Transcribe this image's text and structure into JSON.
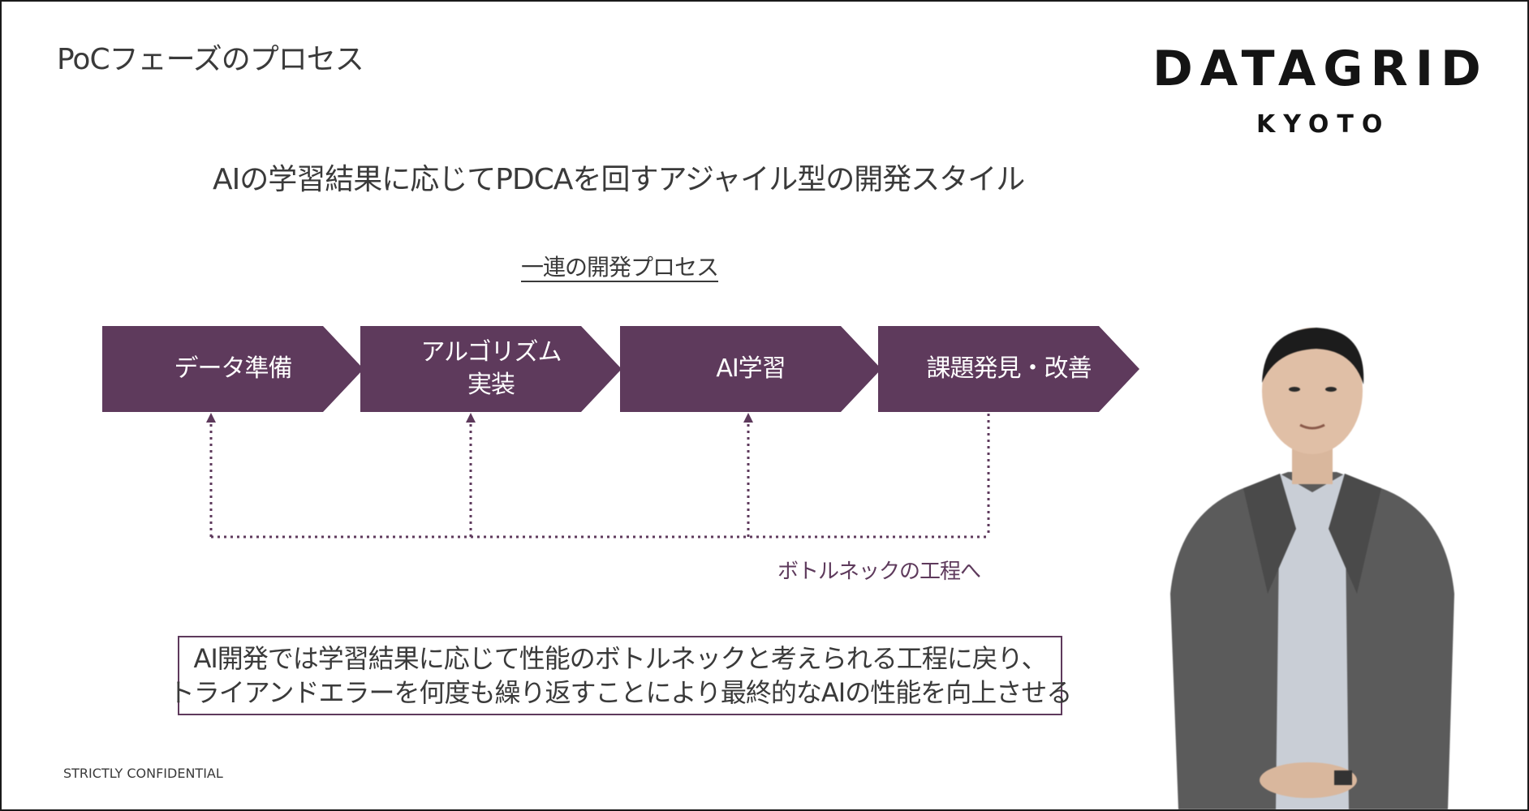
{
  "slide": {
    "title": "PoCフェーズのプロセス",
    "subtitle": "AIの学習結果に応じてPDCAを回すアジャイル型の開発スタイル",
    "footer": "STRICTLY CONFIDENTIAL"
  },
  "brand": {
    "name": "DATAGRID",
    "sub": "KYOTO"
  },
  "process": {
    "label": "一連の開発プロセス",
    "steps": [
      {
        "line1": "データ準備",
        "line2": ""
      },
      {
        "line1": "アルゴリズム",
        "line2": "実装"
      },
      {
        "line1": "AI学習",
        "line2": ""
      },
      {
        "line1": "課題発見・改善",
        "line2": ""
      }
    ],
    "feedback_label": "ボトルネックの工程へ"
  },
  "summary": {
    "line1": "AI開発では学習結果に応じて性能のボトルネックと考えられる工程に戻り、",
    "line2": "トライアンドエラーを何度も繰り返すことにより最終的なAIの性能を向上させる"
  },
  "colors": {
    "accent": "#5e3a5c",
    "text": "#3a3a3a",
    "brand": "#141414"
  }
}
